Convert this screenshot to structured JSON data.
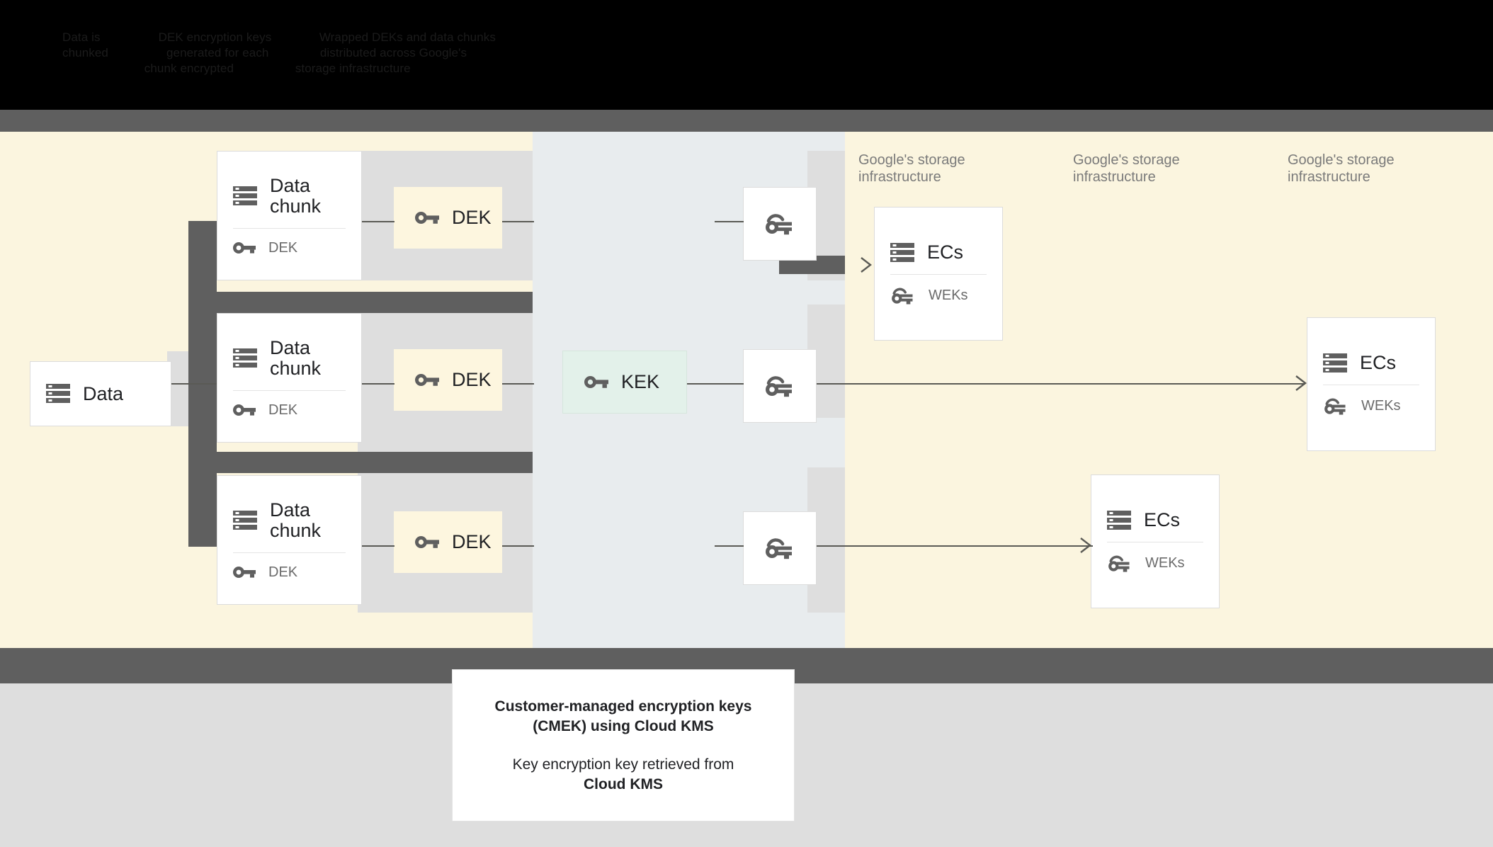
{
  "header": {
    "obscured_lines": [
      "Data is                 DEK encryption keys              Wrapped DEKs and data chunks",
      "chunked                 generated for each               distributed across Google's",
      "                        chunk encrypted                  storage infrastructure"
    ],
    "bg_color": "#000000"
  },
  "colors": {
    "cream": "#fbf5df",
    "blue_gray": "#e8ecee",
    "lane_gray": "#dedede",
    "dark_gray": "#5f5f5f",
    "key_yellow": "#fdf6df",
    "kek_green": "#e3f1ea",
    "card_white": "#ffffff",
    "text_dark": "#202124",
    "text_muted": "#6b6b6b",
    "region_label": "#7a7a7a"
  },
  "diagram": {
    "source": {
      "title": "Data",
      "icon": "database-icon"
    },
    "chunks": [
      {
        "title": "Data\nchunk",
        "key_label": "DEK",
        "icon": "database-icon",
        "key_icon": "key-icon"
      },
      {
        "title": "Data\nchunk",
        "key_label": "DEK",
        "icon": "database-icon",
        "key_icon": "key-icon"
      },
      {
        "title": "Data\nchunk",
        "key_label": "DEK",
        "icon": "database-icon",
        "key_icon": "key-icon"
      }
    ],
    "deks": [
      {
        "label": "DEK",
        "icon": "key-icon"
      },
      {
        "label": "DEK",
        "icon": "key-icon"
      },
      {
        "label": "DEK",
        "icon": "key-icon"
      }
    ],
    "kek": {
      "label": "KEK",
      "icon": "key-icon"
    },
    "wrapped_keys": [
      {
        "icon": "wrapped-key-icon"
      },
      {
        "icon": "wrapped-key-icon"
      },
      {
        "icon": "wrapped-key-icon"
      }
    ],
    "region_labels": [
      "Google's storage\ninfrastructure",
      "Google's storage\ninfrastructure",
      "Google's storage\ninfrastructure"
    ],
    "storage_cards": [
      {
        "title": "ECs",
        "key_label": "WEKs",
        "icon": "database-icon",
        "key_icon": "wrapped-key-icon"
      },
      {
        "title": "ECs",
        "key_label": "WEKs",
        "icon": "database-icon",
        "key_icon": "wrapped-key-icon"
      },
      {
        "title": "ECs",
        "key_label": "WEKs",
        "icon": "database-icon",
        "key_icon": "wrapped-key-icon"
      }
    ]
  },
  "caption": {
    "title_line1": "Customer-managed encryption keys",
    "title_line2": "(CMEK) using Cloud KMS",
    "body_line1": "Key encryption key retrieved from",
    "body_line2": "Cloud KMS"
  }
}
